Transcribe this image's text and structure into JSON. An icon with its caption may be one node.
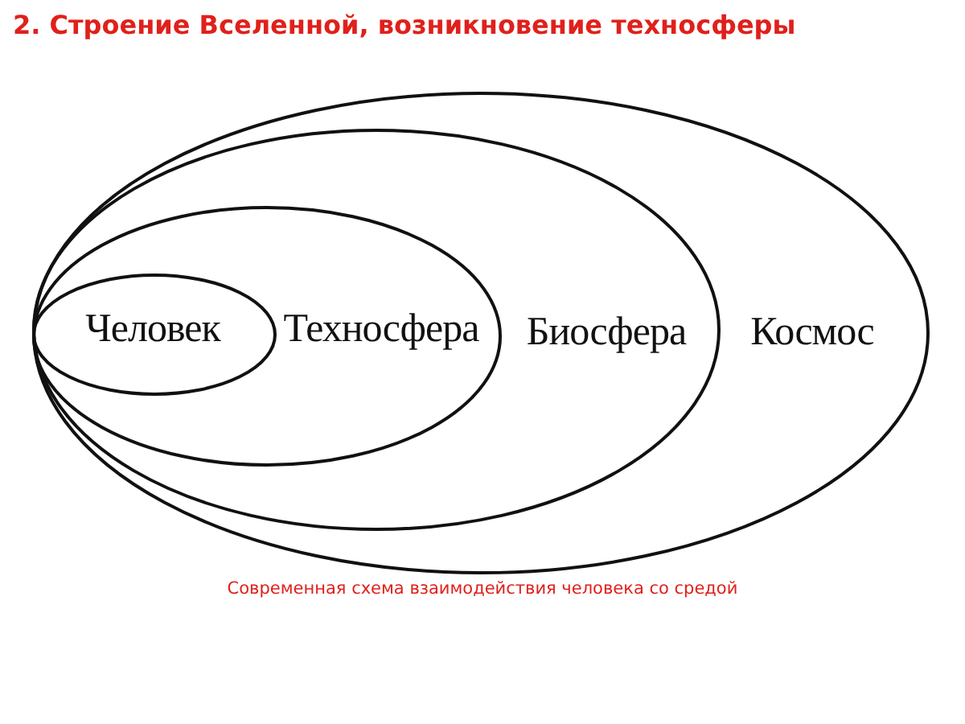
{
  "diagram": {
    "title": "2. Строение Вселенной, возникновение техносферы",
    "caption": "Современная схема взаимодействия человека со средой",
    "nodes": [
      {
        "text": [
          "Космос"
        ]
      },
      {
        "text": [
          "Биосфера"
        ],
        "in": 0
      },
      {
        "text": [
          "Техносфера"
        ],
        "in": 1
      },
      {
        "text": [
          "Человек"
        ],
        "in": 2
      }
    ],
    "edges": []
  }
}
